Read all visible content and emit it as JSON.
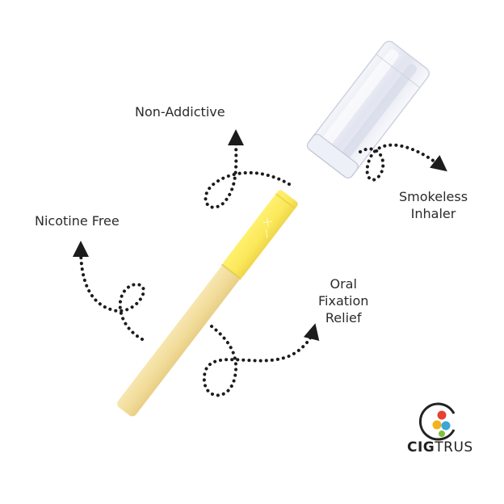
{
  "labels": {
    "non_addictive": "Non-Addictive",
    "nicotine_free": "Nicotine Free",
    "smokeless_line1": "Smokeless",
    "smokeless_line2": "Inhaler",
    "oral_line1": "Oral",
    "oral_line2": "Fixation",
    "oral_line3": "Relief"
  },
  "brand": {
    "name_bold": "CIG",
    "name_light": "TRUS"
  },
  "colors": {
    "text": "#2b2b2b",
    "dots": "#1c1c1c",
    "stick_body": "#f3dfa0",
    "stick_tip": "#fbe96a",
    "cap": "#e4e7f1"
  }
}
